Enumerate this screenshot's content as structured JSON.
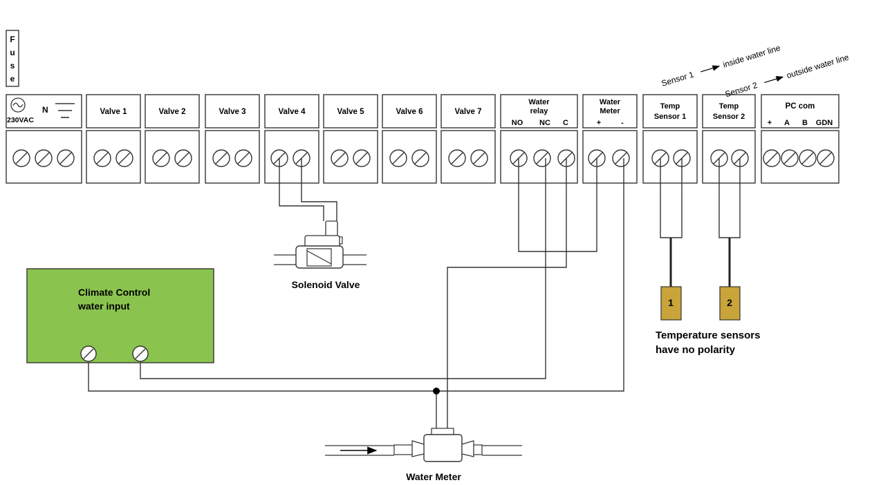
{
  "fuse": {
    "letters": [
      "F",
      "u",
      "s",
      "e"
    ]
  },
  "power": {
    "voltage": "230VAC",
    "neutral": "N"
  },
  "modules": [
    {
      "id": "valve-1",
      "lines": [
        "Valve 1"
      ]
    },
    {
      "id": "valve-2",
      "lines": [
        "Valve 2"
      ]
    },
    {
      "id": "valve-3",
      "lines": [
        "Valve 3"
      ]
    },
    {
      "id": "valve-4",
      "lines": [
        "Valve 4"
      ]
    },
    {
      "id": "valve-5",
      "lines": [
        "Valve 5"
      ]
    },
    {
      "id": "valve-6",
      "lines": [
        "Valve 6"
      ]
    },
    {
      "id": "valve-7",
      "lines": [
        "Valve 7"
      ]
    },
    {
      "id": "water-relay",
      "lines": [
        "Water",
        "relay"
      ],
      "pins": [
        "NO",
        "NC",
        "C"
      ]
    },
    {
      "id": "water-meter-terminal",
      "lines": [
        "Water",
        "Meter"
      ],
      "pins": [
        "+",
        "-"
      ]
    },
    {
      "id": "temp-sensor-1",
      "lines": [
        "Temp",
        "Sensor 1"
      ]
    },
    {
      "id": "temp-sensor-2",
      "lines": [
        "Temp",
        "Sensor 2"
      ]
    },
    {
      "id": "pc-com",
      "lines": [
        "PC com"
      ],
      "pins": [
        "+",
        "A",
        "B",
        "GDN"
      ]
    }
  ],
  "sensor_notes": [
    {
      "sensor": "Sensor 1",
      "target": "inside water line"
    },
    {
      "sensor": "Sensor 2",
      "target": "outside water line"
    }
  ],
  "components": {
    "solenoid_valve": "Solenoid Valve",
    "water_meter": "Water Meter",
    "climate_control_line1": "Climate Control",
    "climate_control_line2": "water input",
    "probe_1": "1",
    "probe_2": "2",
    "temp_note_line1": "Temperature sensors",
    "temp_note_line2": "have no polarity"
  },
  "colors": {
    "climate_control_fill": "#8ac44e",
    "probe_fill": "#c8a43a",
    "line": "#333333"
  }
}
